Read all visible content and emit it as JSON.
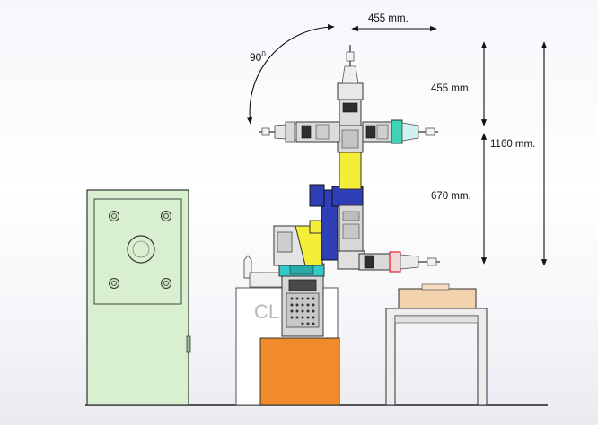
{
  "dimensions": {
    "top_width": "455 mm.",
    "upper_height": "455 mm.",
    "total_height": "1160 mm.",
    "lower_height": "670 mm."
  },
  "angle": {
    "value": "90",
    "superscript": "0"
  },
  "panel_text": "CL",
  "colors": {
    "cabinet": "#d8f0cf",
    "pedestal": "#f08a2a",
    "yellow_arm": "#f4ee38",
    "blue_joint": "#2e3fb8",
    "cyan_base": "#31c9c9",
    "tan_platform": "#f3d2ae"
  }
}
